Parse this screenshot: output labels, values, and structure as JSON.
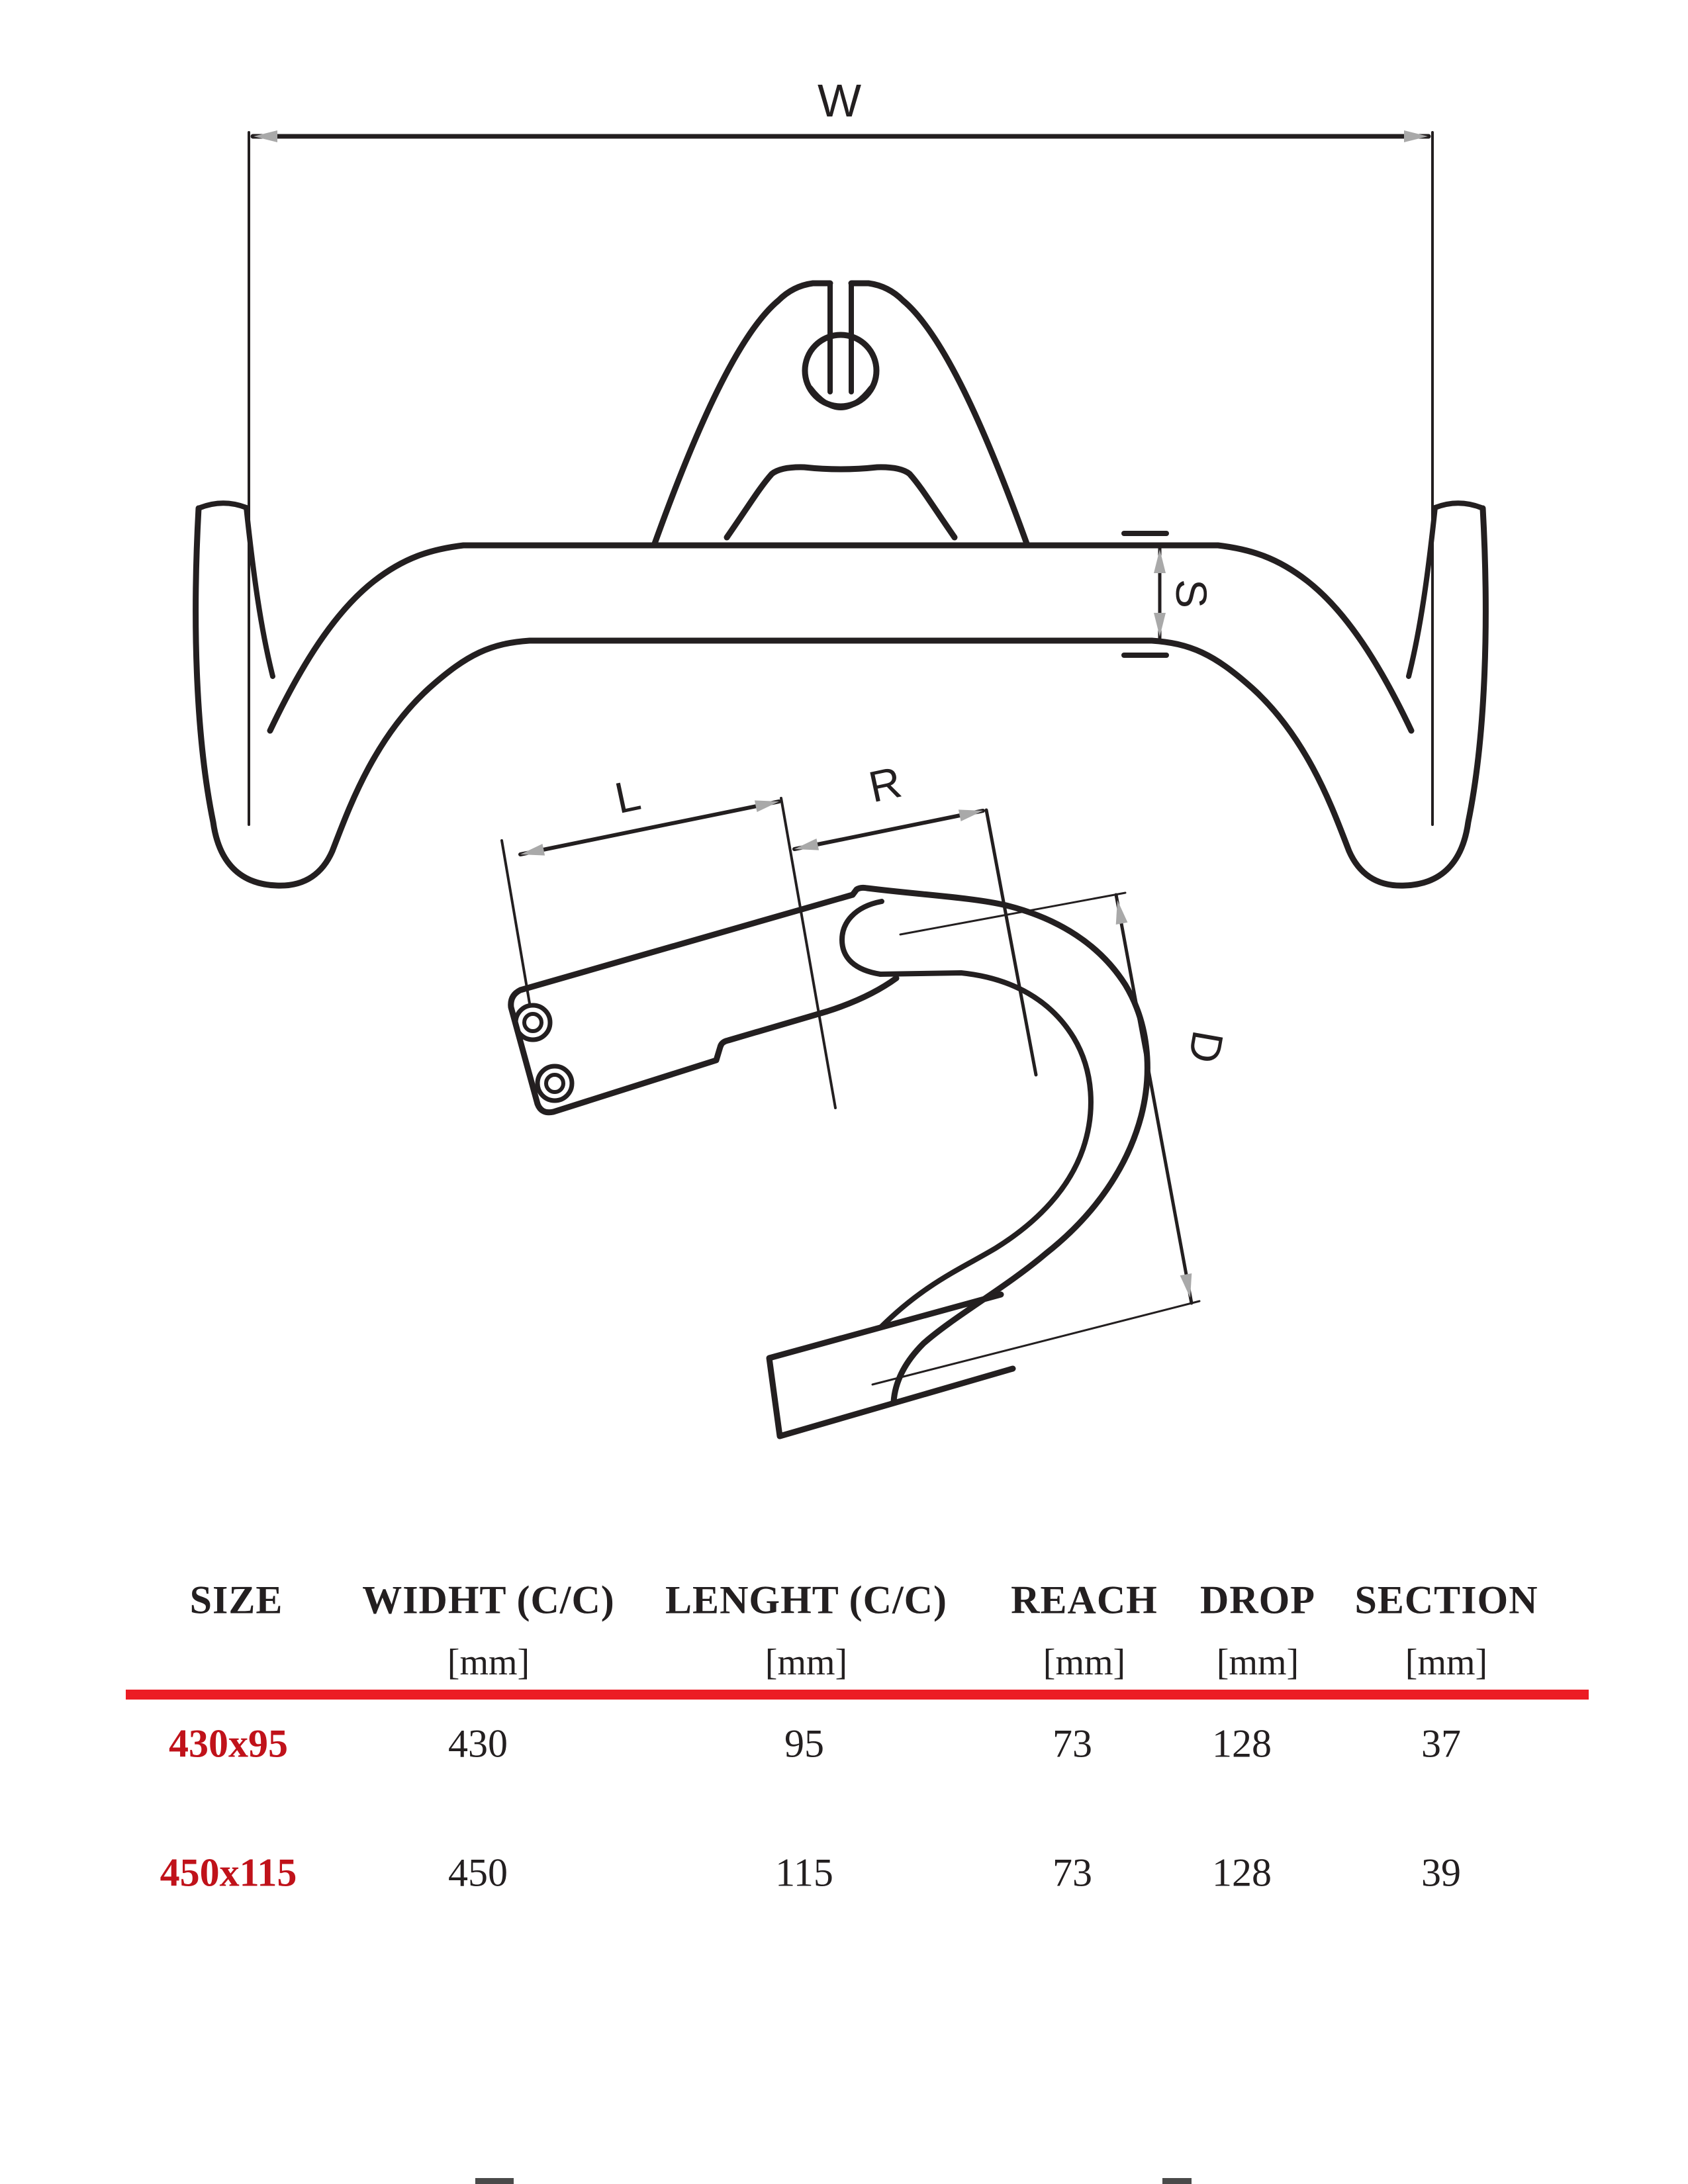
{
  "title": "Integrated handlebar technical drawing with size chart",
  "diagram": {
    "dimension_labels": {
      "width": "W",
      "section": "S",
      "length": "L",
      "reach": "R",
      "drop": "D"
    }
  },
  "colors": {
    "ink": "#231f20",
    "arrowhead_gray": "#a9a9a9",
    "table_rule_red": "#ec1c24",
    "size_text_red": "#c0121a"
  },
  "chart_data": {
    "type": "table",
    "title": "",
    "columns": [
      "SIZE",
      "WIDHT (C/C) [mm]",
      "LENGHT (C/C) [mm]",
      "REACH [mm]",
      "DROP [mm]",
      "SECTION [mm]"
    ],
    "rows": [
      [
        "430x95",
        430,
        95,
        73,
        128,
        37
      ],
      [
        "450x115",
        450,
        115,
        73,
        128,
        39
      ]
    ]
  },
  "table": {
    "columns": [
      {
        "label": "SIZE",
        "unit": ""
      },
      {
        "label": "WIDHT (C/C)",
        "unit": "[mm]"
      },
      {
        "label": "LENGHT (C/C)",
        "unit": "[mm]"
      },
      {
        "label": "REACH",
        "unit": "[mm]"
      },
      {
        "label": "DROP",
        "unit": "[mm]"
      },
      {
        "label": "SECTION",
        "unit": "[mm]"
      }
    ],
    "rows": [
      {
        "size": "430x95",
        "width": "430",
        "length": "95",
        "reach": "73",
        "drop": "128",
        "section": "37"
      },
      {
        "size": "450x115",
        "width": "450",
        "length": "115",
        "reach": "73",
        "drop": "128",
        "section": "39"
      }
    ]
  }
}
